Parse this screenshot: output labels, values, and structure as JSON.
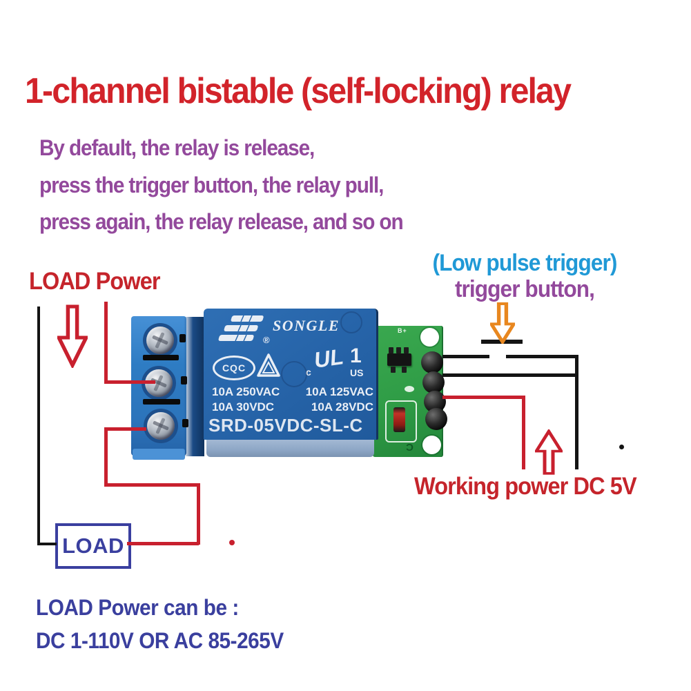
{
  "title": "1-channel bistable (self-locking) relay",
  "description": {
    "line1": "By default, the relay is release,",
    "line2": "press the trigger button, the relay pull,",
    "line3": "press again, the relay release, and so on"
  },
  "annotations": {
    "load_power": "LOAD Power",
    "low_pulse_trigger": "(Low pulse trigger)",
    "trigger_button": "trigger button,",
    "working_power": "Working power DC 5V",
    "load_box": "LOAD",
    "footer_line1": "LOAD Power can be :",
    "footer_line2": "DC 1-110V OR AC 85-265V"
  },
  "relay": {
    "brand": "SONGLE",
    "registered": "®",
    "cqc": "CQC",
    "ul_c": "c",
    "ul_mark": "UL",
    "ul_file": "1",
    "ul_us": "US",
    "rating_row1": [
      "10A 250VAC",
      "10A 125VAC"
    ],
    "rating_row2": [
      "10A 30VDC",
      "10A 28VDC"
    ],
    "model": "SRD-05VDC-SL-C"
  },
  "pcb": {
    "silk_top": "B+",
    "silk_bottom": "C"
  },
  "colors": {
    "title_red": "#d2232a",
    "purple": "#93499c",
    "light_blue": "#2099d6",
    "navy": "#3a3f9e",
    "label_red": "#c5242b",
    "wire_red": "#c8202e",
    "wire_black": "#141414",
    "orange": "#e8871f",
    "pcb_green": "#2f9c46",
    "relay_blue": "#2765aa",
    "terminal_blue": "#2e7cc3"
  }
}
